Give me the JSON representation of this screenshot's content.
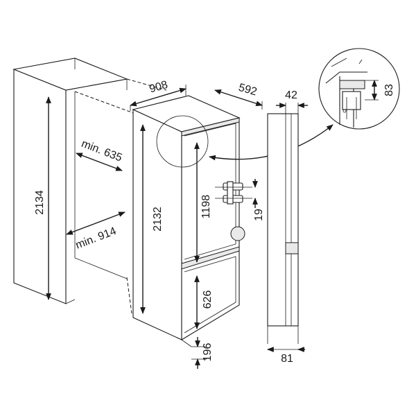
{
  "dimensions": {
    "niche_height": "2134",
    "niche_depth": "908",
    "min_depth": "min. 635",
    "min_width": "min. 914",
    "appliance_depth": "592",
    "appliance_height": "2132",
    "upper_door": "1198",
    "lower_door": "626",
    "plinth": "196",
    "side_depth": "42",
    "detail_height": "83",
    "hinge_gap": "19",
    "bottom_offset": "81"
  },
  "colors": {
    "line": "#1a1a1a",
    "background": "#ffffff",
    "shade": "#e9e9e9"
  }
}
